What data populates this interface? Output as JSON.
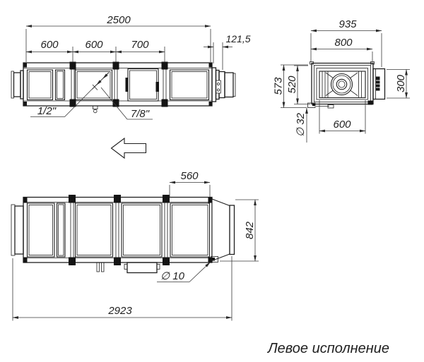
{
  "caption": "Левое исполнение",
  "side_view": {
    "dim_total": "2500",
    "dim_seg1": "600",
    "dim_seg2": "600",
    "dim_seg3": "700",
    "dim_flange": "121,5",
    "pipe_small": "1/2\"",
    "pipe_big": "7/8\""
  },
  "end_view": {
    "dim_width": "935",
    "dim_casing_width": "800",
    "dim_height": "573",
    "dim_casing_height": "520",
    "dim_duct": "300",
    "dim_drain": "∅ 32",
    "dim_inner_width": "600"
  },
  "plan_view": {
    "dim_section": "560",
    "dim_depth": "842",
    "dim_total": "2923",
    "dim_hole": "∅ 10"
  }
}
